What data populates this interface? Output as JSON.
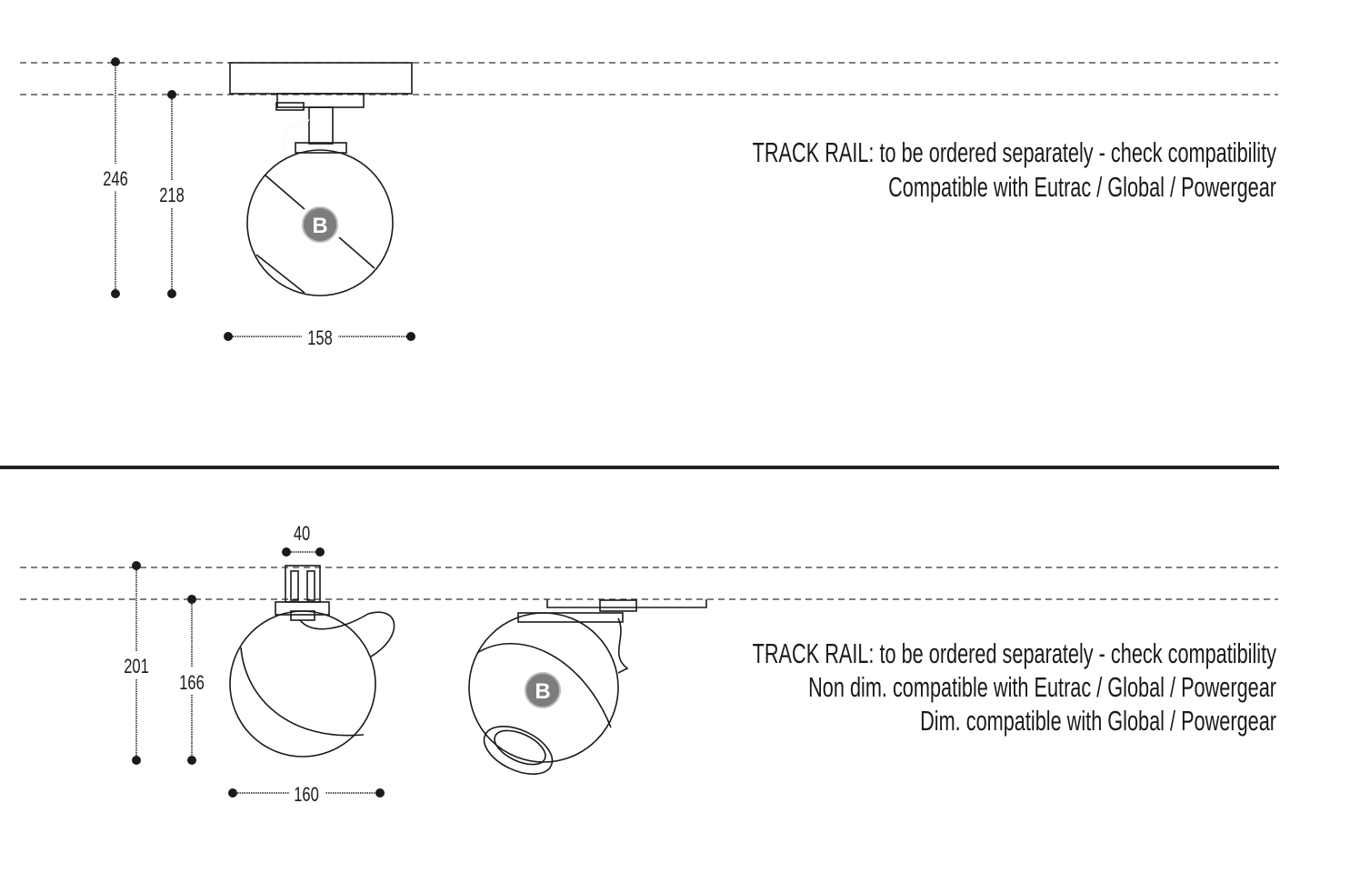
{
  "top": {
    "dimensions": {
      "total_height": "246",
      "body_height": "218",
      "width": "158"
    },
    "badge": "B",
    "notes": [
      "TRACK RAIL: to be ordered separately - check compatibility",
      "Compatible with Eutrac / Global / Powergear"
    ]
  },
  "bottom": {
    "dimensions": {
      "total_height": "201",
      "body_height": "166",
      "adapter_width": "40",
      "width": "160"
    },
    "badge": "B",
    "notes": [
      "TRACK RAIL: to be ordered separately - check compatibility",
      "Non dim. compatible with Eutrac / Global / Powergear",
      "Dim. compatible with  Global / Powergear"
    ]
  }
}
